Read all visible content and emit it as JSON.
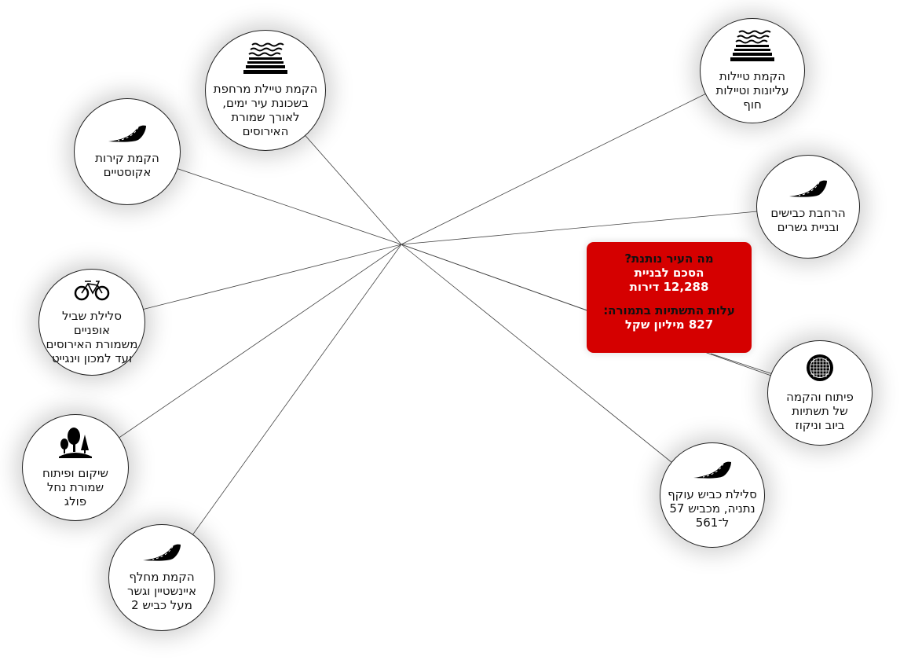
{
  "hub": {
    "label": ""
  },
  "callout": {
    "question": "מה העיר נותנת?",
    "line1": "הסכם לבניית",
    "line2": "12,288 דירות",
    "cost_label": "עלות התשתיות בתמורה:",
    "cost_value": "827 מיליון שקל"
  },
  "nodes": [
    {
      "id": "promenade-city",
      "icon": "sea-promenade-icon",
      "lines": [
        "הקמת טיילת מרחפת",
        "בשכונת עיר ימים,",
        "לאורך שמורת",
        "האירוסים"
      ]
    },
    {
      "id": "acoustic-walls",
      "icon": "road-icon",
      "lines": [
        "הקמת קירות",
        "אקוסטיים"
      ]
    },
    {
      "id": "bike-path",
      "icon": "bicycle-icon",
      "lines": [
        "סלילת שביל אופניים",
        "משמורת האירוסים",
        "ועד למכון וינגייט"
      ]
    },
    {
      "id": "poleg",
      "icon": "trees-icon",
      "lines": [
        "שיקום ופיתוח",
        "שמורת נחל",
        "פולג"
      ]
    },
    {
      "id": "einstein",
      "icon": "road-icon",
      "lines": [
        "הקמת מחלף",
        "איינשטיין וגשר",
        "מעל כביש 2"
      ]
    },
    {
      "id": "promenades-upper",
      "icon": "sea-promenade-icon",
      "lines": [
        "הקמת טיילות",
        "עליונות וטיילות",
        "חוף"
      ]
    },
    {
      "id": "roads-bridges",
      "icon": "road-icon",
      "lines": [
        "הרחבת כבישים",
        "ובניית גשרים"
      ]
    },
    {
      "id": "sewage",
      "icon": "drain-grate-icon",
      "lines": [
        "פיתוח והקמה",
        "של תשתיות",
        "ביוב וניקוז"
      ]
    },
    {
      "id": "netanya-bypass",
      "icon": "road-icon",
      "lines": [
        "סלילת כביש עוקף",
        "נתניה, מכביש 57",
        "ל־561"
      ]
    }
  ],
  "colors": {
    "callout_bg": "#d50000",
    "line": "#333333"
  }
}
